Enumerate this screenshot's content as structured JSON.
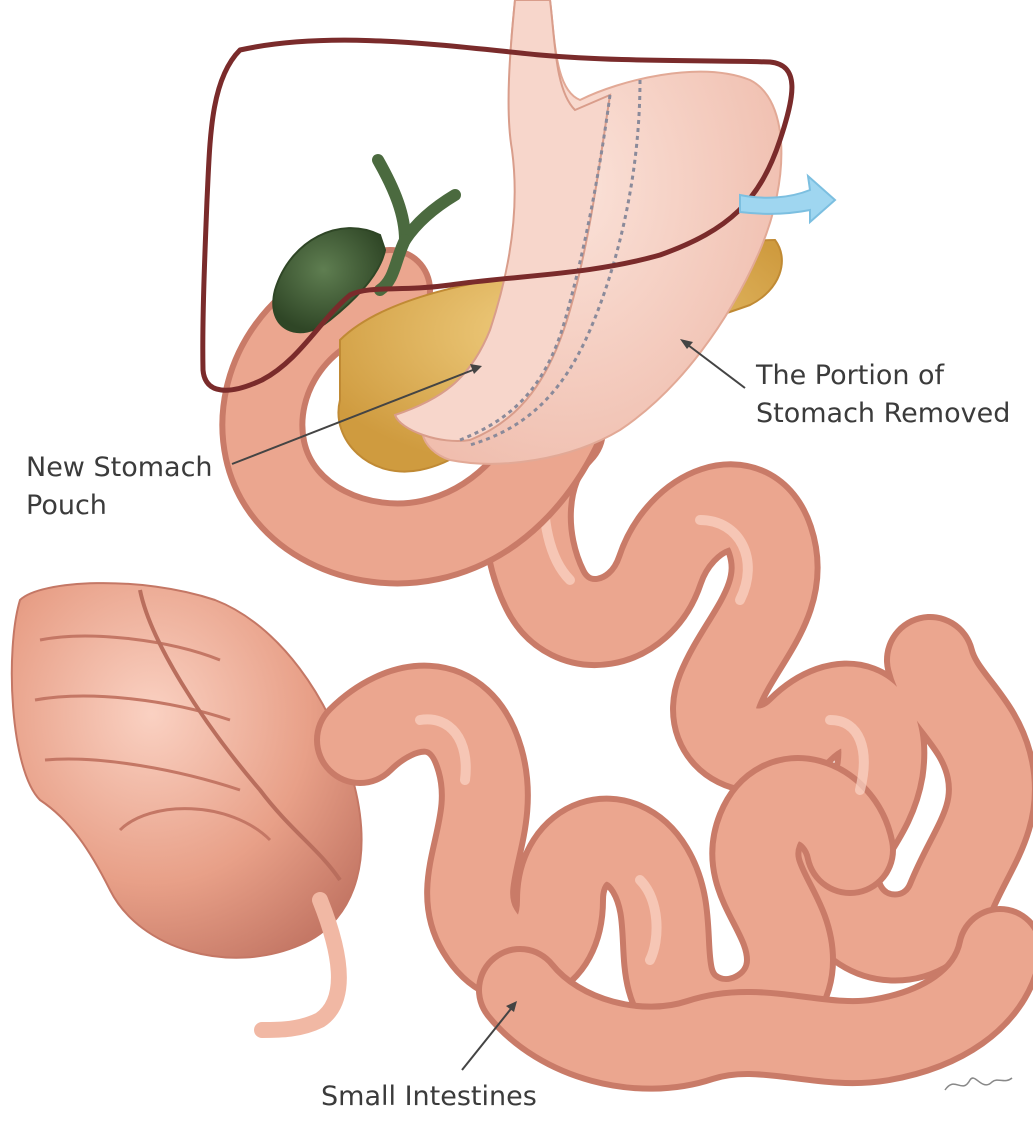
{
  "labels": {
    "portion_removed_line1": "The Portion of",
    "portion_removed_line2": "Stomach Removed",
    "new_pouch_line1": "New Stomach",
    "new_pouch_line2": "Pouch",
    "small_intestines": "Small Intestines"
  },
  "colors": {
    "intestine": "#e9a48c",
    "intestine_shadow": "#c97b68",
    "stomach": "#f6d1c6",
    "liver_outline": "#7a2b2b",
    "gallbladder": "#3f5b34",
    "pancreas": "#dcae52",
    "arrow": "#9fd6f0",
    "label_text": "#3b3b3b"
  },
  "icons": {
    "removal_arrow": "curved-arrow-icon",
    "signature": "artist-signature-icon"
  }
}
